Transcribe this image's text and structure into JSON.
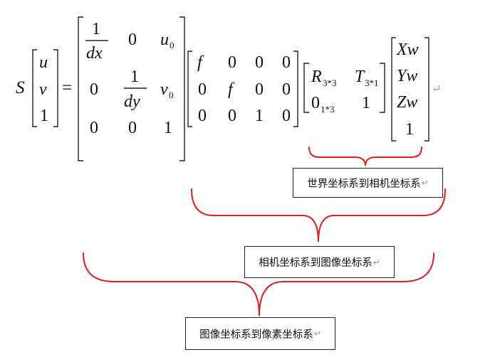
{
  "equation": {
    "scale": "S",
    "equals": "=",
    "pixel_vector": [
      "u",
      "v",
      "1"
    ],
    "intrinsic": {
      "r1": {
        "one": "1",
        "dx": "dx",
        "zero": "0",
        "u": "u",
        "u_sub": "0"
      },
      "r2": {
        "zero": "0",
        "one": "1",
        "dy": "dy",
        "v": "v",
        "v_sub": "0"
      },
      "r3": [
        "0",
        "0",
        "1"
      ]
    },
    "projection": {
      "r1": [
        "f",
        "0",
        "0",
        "0"
      ],
      "r2": [
        "0",
        "f",
        "0",
        "0"
      ],
      "r3": [
        "0",
        "0",
        "1",
        "0"
      ]
    },
    "extrinsic": {
      "R": "R",
      "R_sub": "3*3",
      "T": "T",
      "T_sub": "3*1",
      "zero": "0",
      "zero_sub": "1*3",
      "one": "1"
    },
    "world_vector": [
      "Xw",
      "Yw",
      "Zw",
      "1"
    ],
    "return_mark": "↵"
  },
  "labels": {
    "world_to_camera": "世界坐标系到相机坐标系",
    "camera_to_image": "相机坐标系到图像坐标系",
    "image_to_pixel": "图像坐标系到像素坐标系",
    "return_mark": "↵"
  },
  "colors": {
    "brace": "#e0201f",
    "text": "#111111",
    "border": "#222222"
  }
}
